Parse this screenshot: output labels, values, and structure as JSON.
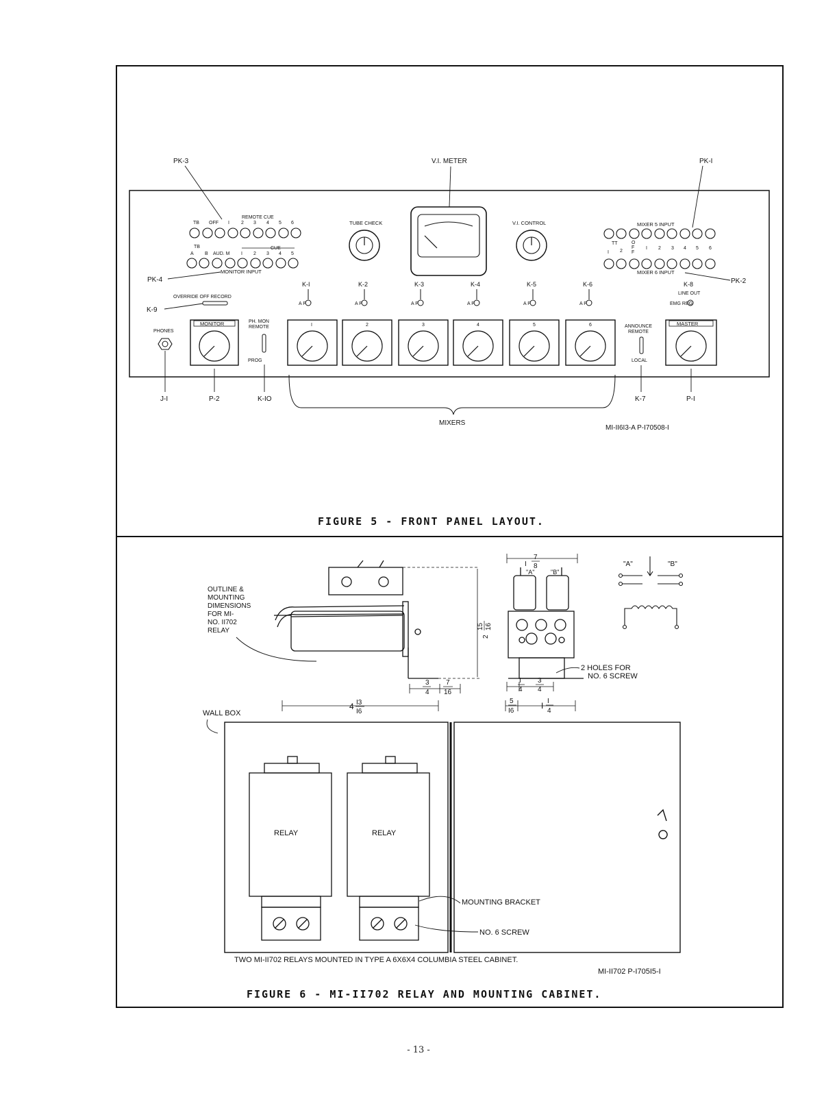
{
  "figure5": {
    "callouts": {
      "pk3": "PK-3",
      "vi_meter": "V.I. METER",
      "pk1": "PK-I",
      "pk4": "PK-4",
      "pk2": "PK-2",
      "k9": "K-9",
      "j1": "J-I",
      "p2": "P-2",
      "k10": "K-IO",
      "k7": "K-7",
      "p1": "P-I",
      "mixers": "MIXERS"
    },
    "panel": {
      "remote_cue": "REMOTE CUE",
      "row1_jacks": [
        "TB",
        "OFF",
        "I",
        "2",
        "3",
        "4",
        "5",
        "6"
      ],
      "tb_label": "TB",
      "row2_jacks": [
        "A",
        "B",
        "AUD. M",
        "I",
        "2",
        "3",
        "4",
        "5"
      ],
      "cue": "CUE",
      "monitor_input": "MONITOR INPUT",
      "tube_check": "TUBE CHECK",
      "vi_control": "V.I. CONTROL",
      "mixer5_input": "MIXER 5 INPUT",
      "mixer5_jacks": [
        "TT",
        "I",
        "2",
        "O",
        "F",
        "F",
        "I",
        "2",
        "3",
        "4",
        "5",
        "6"
      ],
      "mixer6_input": "MIXER 6 INPUT",
      "override_off_record": "OVERRIDE OFF RECORD",
      "keys": [
        "K-I",
        "K-2",
        "K-3",
        "K-4",
        "K-5",
        "K-6"
      ],
      "key_ap": "A P",
      "k8": "K-8",
      "line_out": "LINE OUT",
      "emg_reg": "EMG REG",
      "phones": "PHONES",
      "monitor": "MONITOR",
      "ph_mon": "PH. MON",
      "remote": "REMOTE",
      "prog": "PROG",
      "mixer_numbers": [
        "I",
        "2",
        "3",
        "4",
        "5",
        "6"
      ],
      "announce": "ANNOUNCE",
      "announce_remote": "REMOTE",
      "local": "LOCAL",
      "master": "MASTER"
    },
    "part_number": "MI-II6I3-A   P-I70508-I",
    "caption": "FIGURE 5  -  FRONT PANEL LAYOUT."
  },
  "figure6": {
    "outline_note": [
      "OUTLINE &",
      "MOUNTING",
      "DIMENSIONS",
      "FOR MI-",
      "NO. II702",
      "RELAY"
    ],
    "dims": {
      "h_whole": "2",
      "h_num": "15",
      "h_den": "16",
      "w_top_whole": "I",
      "w_top_num": "7",
      "w_top_den": "8",
      "d_a_num": "3",
      "d_a_den": "4",
      "d_b_num": "7",
      "d_b_den": "16",
      "len_whole": "4",
      "len_num": "I3",
      "len_den": "I6",
      "bot_a_num": "I",
      "bot_a_den": "4",
      "bot_b_num": "3",
      "bot_b_den": "4",
      "bot_c_num": "5",
      "bot_c_den": "I6",
      "bot_d_whole": "I",
      "bot_d_num": "I",
      "bot_d_den": "4"
    },
    "contact_a": "\"A\"",
    "contact_b": "\"B\"",
    "holes_note": [
      "2 HOLES FOR",
      "NO. 6 SCREW"
    ],
    "wall_box": "WALL BOX",
    "relay": "RELAY",
    "mounting_bracket": "MOUNTING  BRACKET",
    "no6_screw": "NO. 6 SCREW",
    "cabinet_note": "TWO  MI-II702  RELAYS  MOUNTED  IN  TYPE  A  6X6X4  COLUMBIA  STEEL  CABINET.",
    "part_number": "MI-II702   P-I705I5-I",
    "caption": "FIGURE 6  -  MI-II702 RELAY AND MOUNTING CABINET."
  },
  "page_number": "- 13 -"
}
